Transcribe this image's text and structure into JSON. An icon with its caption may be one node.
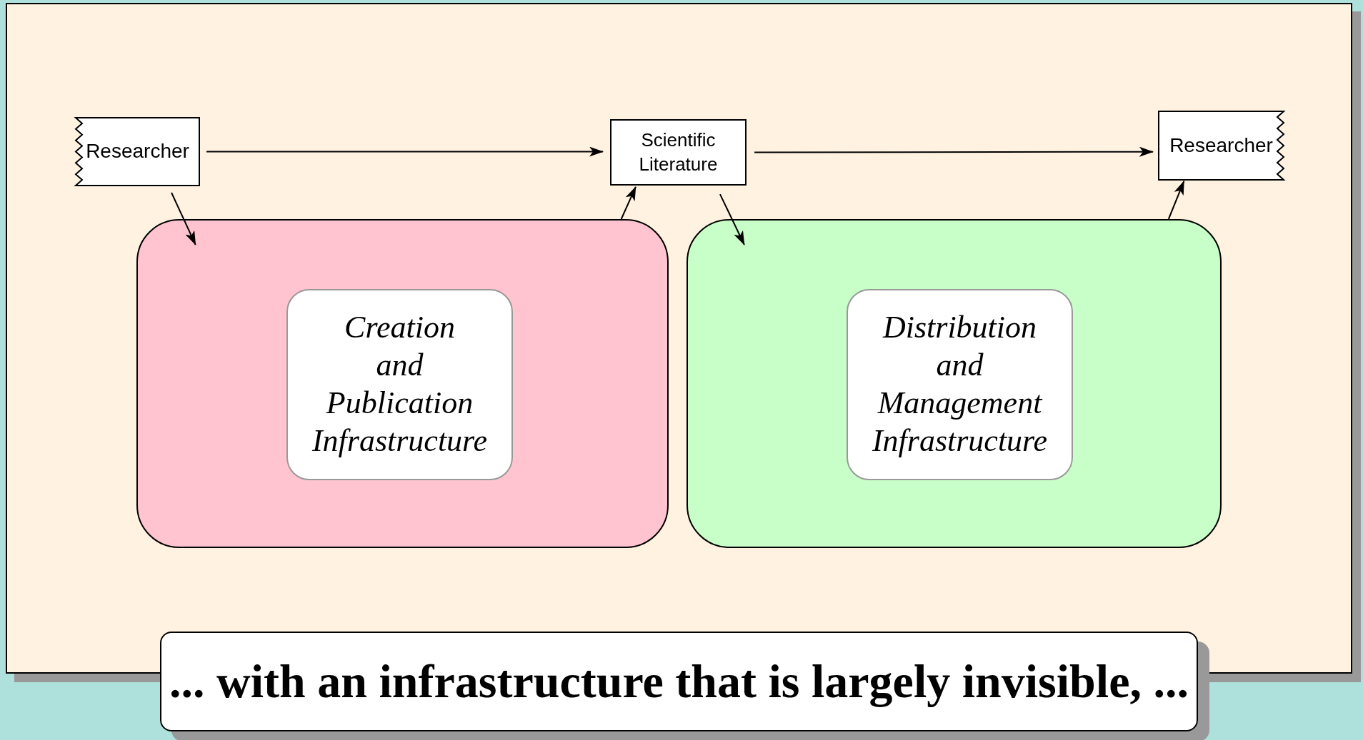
{
  "diagram": {
    "nodes": [
      {
        "text": [
          "Researcher"
        ]
      },
      {
        "text": [
          "Scientific Literature"
        ]
      },
      {
        "text": [
          "Researcher"
        ]
      },
      {
        "text": [],
        "shape": "box"
      },
      {
        "text": [
          "Creation and Publication Infrastructure"
        ],
        "in": 3
      },
      {
        "text": [],
        "shape": "box"
      },
      {
        "text": [
          "Distribution and Management Infrastructure"
        ],
        "in": 5
      },
      {
        "text": [
          "... with an infrastructure that is largely invisible, ..."
        ]
      }
    ],
    "edges": [
      {
        "from": 0,
        "to": 3,
        "arrow": "to"
      },
      {
        "from": 3,
        "to": 1,
        "arrow": "to"
      },
      {
        "from": 1,
        "to": 5,
        "arrow": "to"
      },
      {
        "from": 5,
        "to": 2,
        "arrow": "to"
      },
      {
        "from": 0,
        "to": 1,
        "arrow": "to"
      },
      {
        "from": 1,
        "to": 2,
        "arrow": "to"
      }
    ]
  }
}
